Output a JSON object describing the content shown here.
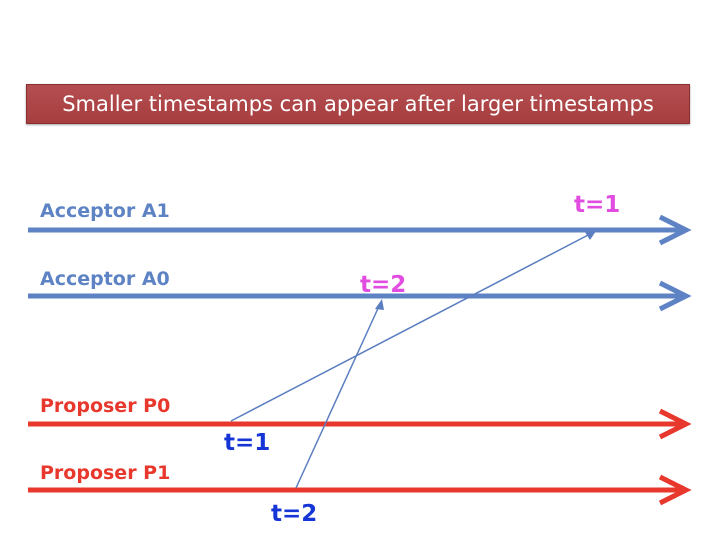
{
  "banner": {
    "text": "Smaller timestamps can appear after larger timestamps"
  },
  "timelines": [
    {
      "label": "Acceptor A1",
      "color": "#5d83c4"
    },
    {
      "label": "Acceptor A0",
      "color": "#5d83c4"
    },
    {
      "label": "Proposer P0",
      "color": "#e8372c"
    },
    {
      "label": "Proposer P1",
      "color": "#e8372c"
    }
  ],
  "messages": [
    {
      "from": "Proposer P0",
      "to": "Acceptor A1",
      "send_label": "t=1",
      "recv_label": "t=1"
    },
    {
      "from": "Proposer P1",
      "to": "Acceptor A0",
      "send_label": "t=2",
      "recv_label": "t=2"
    }
  ],
  "colors": {
    "send_label": "#1535d6",
    "recv_label": "#e24ce0",
    "message_arrow": "#5b7ec0"
  }
}
